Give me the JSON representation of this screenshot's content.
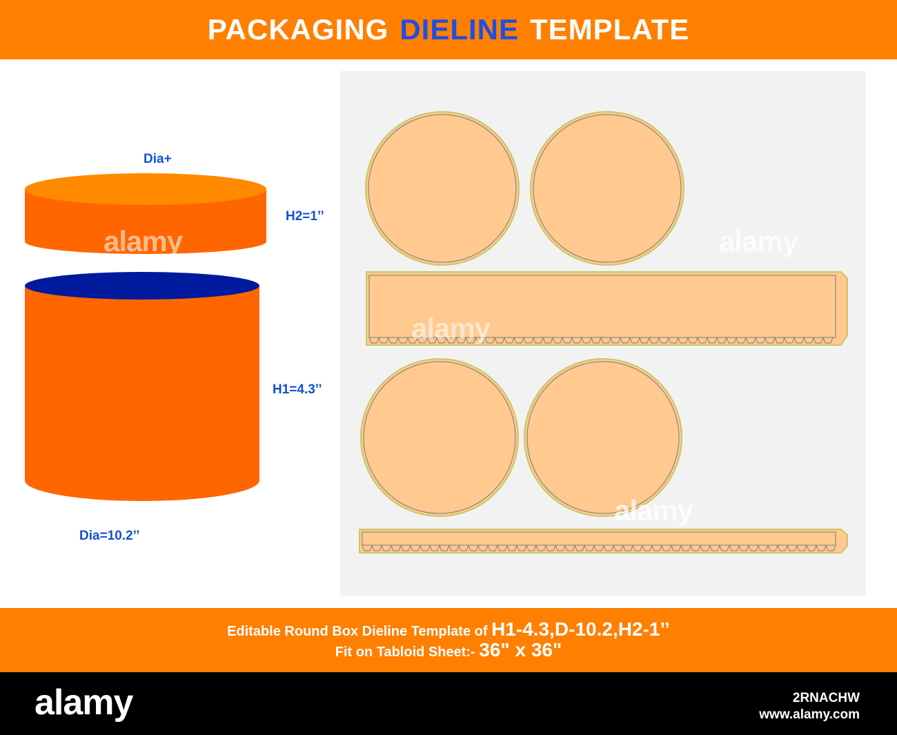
{
  "header": {
    "title_part1": "PACKAGING",
    "title_accent": "DIELINE",
    "title_part2": "TEMPLATE",
    "background_color": "#ff7f00",
    "accent_color": "#1f4fe0"
  },
  "diagram": {
    "labels": {
      "lid_dia": "Dia+",
      "lid_height": "H2=1’’",
      "base_height": "H1=4.3’’",
      "base_dia": "Dia=10.2’’"
    },
    "colors": {
      "box_body": "#ff6600",
      "box_top": "#ff8a00",
      "box_inside": "#001a9e",
      "label_color": "#1450d4"
    }
  },
  "dieline": {
    "pieces": [
      {
        "name": "lid-circle-1"
      },
      {
        "name": "lid-circle-2"
      },
      {
        "name": "base-side-strip"
      },
      {
        "name": "base-circle-1"
      },
      {
        "name": "base-circle-2"
      },
      {
        "name": "lid-side-strip"
      }
    ],
    "colors": {
      "panel": "#f2f2f2",
      "piece_fill": "#ffc98f",
      "outer_cut": "#c8c864",
      "inner_fold": "#7a7a7a"
    }
  },
  "footer": {
    "line1_prefix": "Editable Round Box Dieline Template of",
    "line1_dims": "H1-4.3,D-10.2,H2-1’’",
    "line2_prefix": "Fit on Tabloid Sheet:-",
    "line2_size": "36\" x 36\""
  },
  "watermark": {
    "text": "alamy",
    "image_id": "2RNACHW",
    "site": "www.alamy.com"
  }
}
